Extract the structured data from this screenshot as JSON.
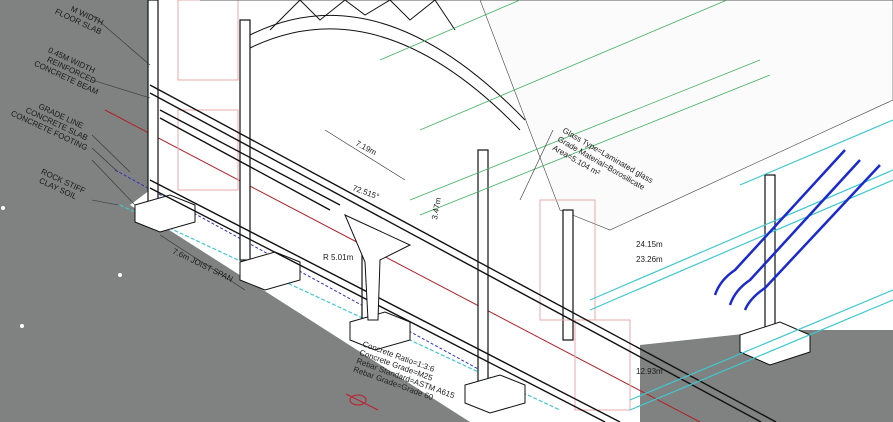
{
  "drawing": {
    "colors": {
      "background_ground": "#7f8281",
      "paper": "#ffffff",
      "structure": "#111111",
      "grade_line": "#b0202a",
      "slab_line": "#3030c0",
      "footing_line": "#40c8d0",
      "column_tint": "#e8a8a8",
      "glazing": "#40b060",
      "escalator": "#1a2ad0"
    },
    "callouts_left": {
      "floor_slab_1": "M WIDTH",
      "floor_slab_2": "FLOOR SLAB",
      "beam_1": "0.45M WIDTH",
      "beam_2": "REINFORCED",
      "beam_3": "CONCRETE BEAM",
      "grade_line": "GRADE LINE",
      "concrete_slab": "CONCRETE SLAB",
      "concrete_footing": "CONCRETE FOOTING",
      "soil_1": "ROCK STIFF",
      "soil_2": "CLAY SOIL"
    },
    "dimensions": {
      "joist_span": "7.6m JOIST SPAN",
      "width": "7.19m",
      "angle": "72.515°",
      "height": "3.47m",
      "radius": "R 5.01m",
      "level_1": "24.15m",
      "level_2": "23.26m",
      "level_3": "12.93m"
    },
    "glass_props": {
      "type": "Glass Type=Laminated glass",
      "material": "Grade Material=Borosilicate",
      "area": "Area=5.104 m²"
    },
    "concrete_props": {
      "ratio": "Concrete Ratio=1:3:6",
      "grade": "Concrete Grade=M25",
      "rebar_standard": "Rebar Standard=ASTM A615",
      "rebar_grade": "Rebar Grade=Grade 60"
    }
  }
}
